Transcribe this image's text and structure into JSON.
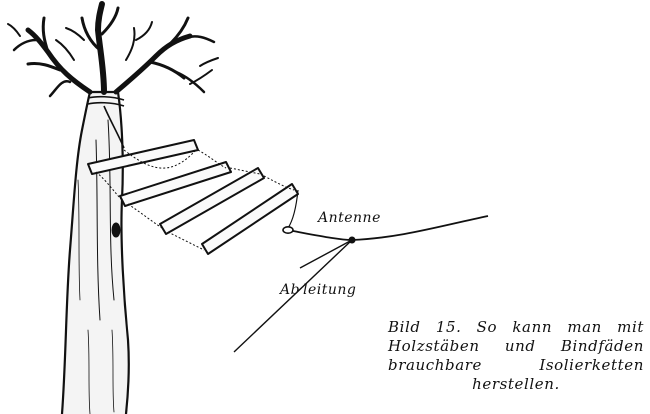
{
  "labels": {
    "antenna": "Antenne",
    "downlead": "Ab leitung"
  },
  "caption": {
    "lines": [
      "Bild 15. So kann man mit",
      "Holzstäben und Bindfäden",
      "brauchbare  Isolierketten",
      "herstellen."
    ]
  },
  "colors": {
    "ink": "#111111",
    "paper": "#ffffff"
  }
}
